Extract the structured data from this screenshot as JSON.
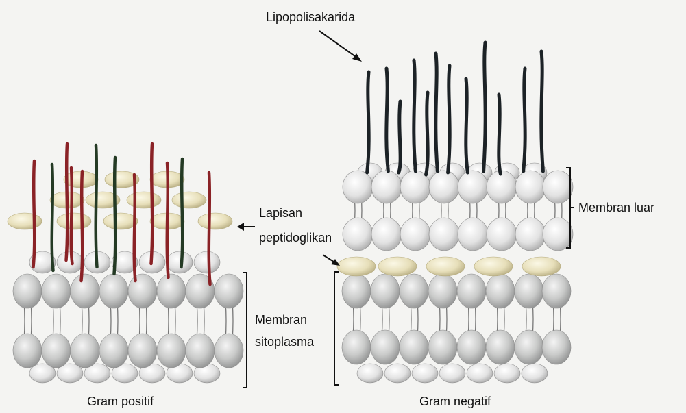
{
  "labels": {
    "lipopolisakarida": "Lipopolisakarida",
    "membran_luar": "Membran luar",
    "lapisan_line1": "Lapisan",
    "lapisan_line2": "peptidoglikan",
    "membran_sito_line1": "Membran",
    "membran_sito_line2": "sitoplasma",
    "gram_positif": "Gram positif",
    "gram_negatif": "Gram negatif"
  },
  "colors": {
    "background": "#f4f4f2",
    "phospholipid_head": "#c9cac9",
    "peptidoglycan": "#ece6c6",
    "teichoic_red": "#8a2226",
    "teichoic_green": "#243a24",
    "lps_chain": "#1c2226",
    "lipid_tail": "#777777",
    "bracket": "#111111"
  }
}
